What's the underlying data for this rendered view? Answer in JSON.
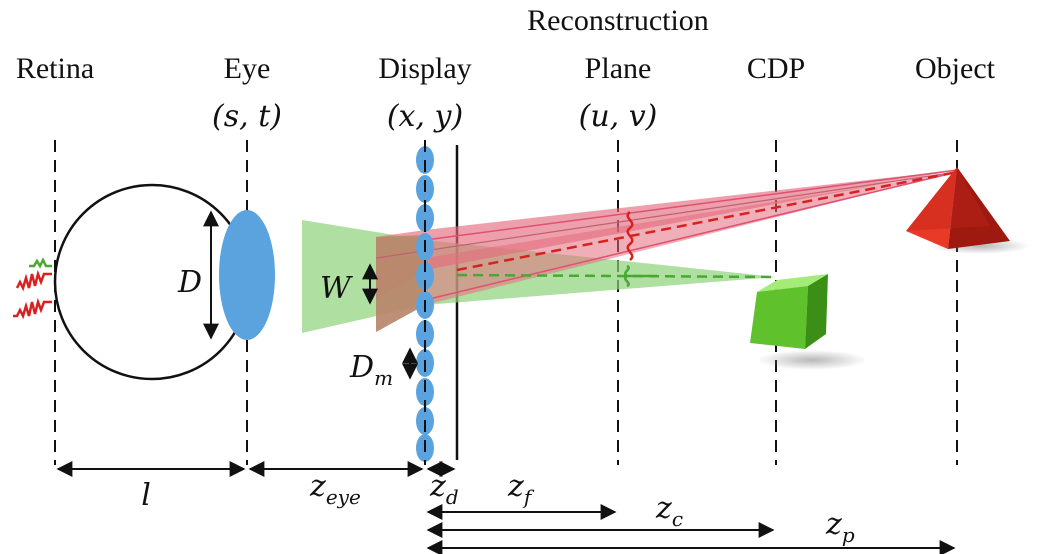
{
  "labels": {
    "retina": "Retina",
    "eye": "Eye",
    "eye_coords": "(s, t)",
    "display": "Display",
    "display_coords": "(x, y)",
    "reconstruction": "Reconstruction",
    "plane": "Plane",
    "plane_coords": "(u, v)",
    "cdp": "CDP",
    "object": "Object"
  },
  "symbols": {
    "D": "D",
    "W": "W",
    "Dm_main": "D",
    "Dm_sub": "m",
    "l": "l",
    "z_eye_main": "z",
    "z_eye_sub": "eye",
    "z_d_main": "z",
    "z_d_sub": "d",
    "z_f_main": "z",
    "z_f_sub": "f",
    "z_c_main": "z",
    "z_c_sub": "c",
    "z_p_main": "z",
    "z_p_sub": "p"
  },
  "colors": {
    "lens_blue": "#5ba3df",
    "green_beam": "#8fd17a",
    "red_beam": "#e36d7e",
    "orange_overlap": "#b48a6a",
    "red_signal": "#d92020",
    "green_signal": "#4aa832",
    "pyramid": "#d42a1c",
    "cube": "#5cbf2a"
  }
}
